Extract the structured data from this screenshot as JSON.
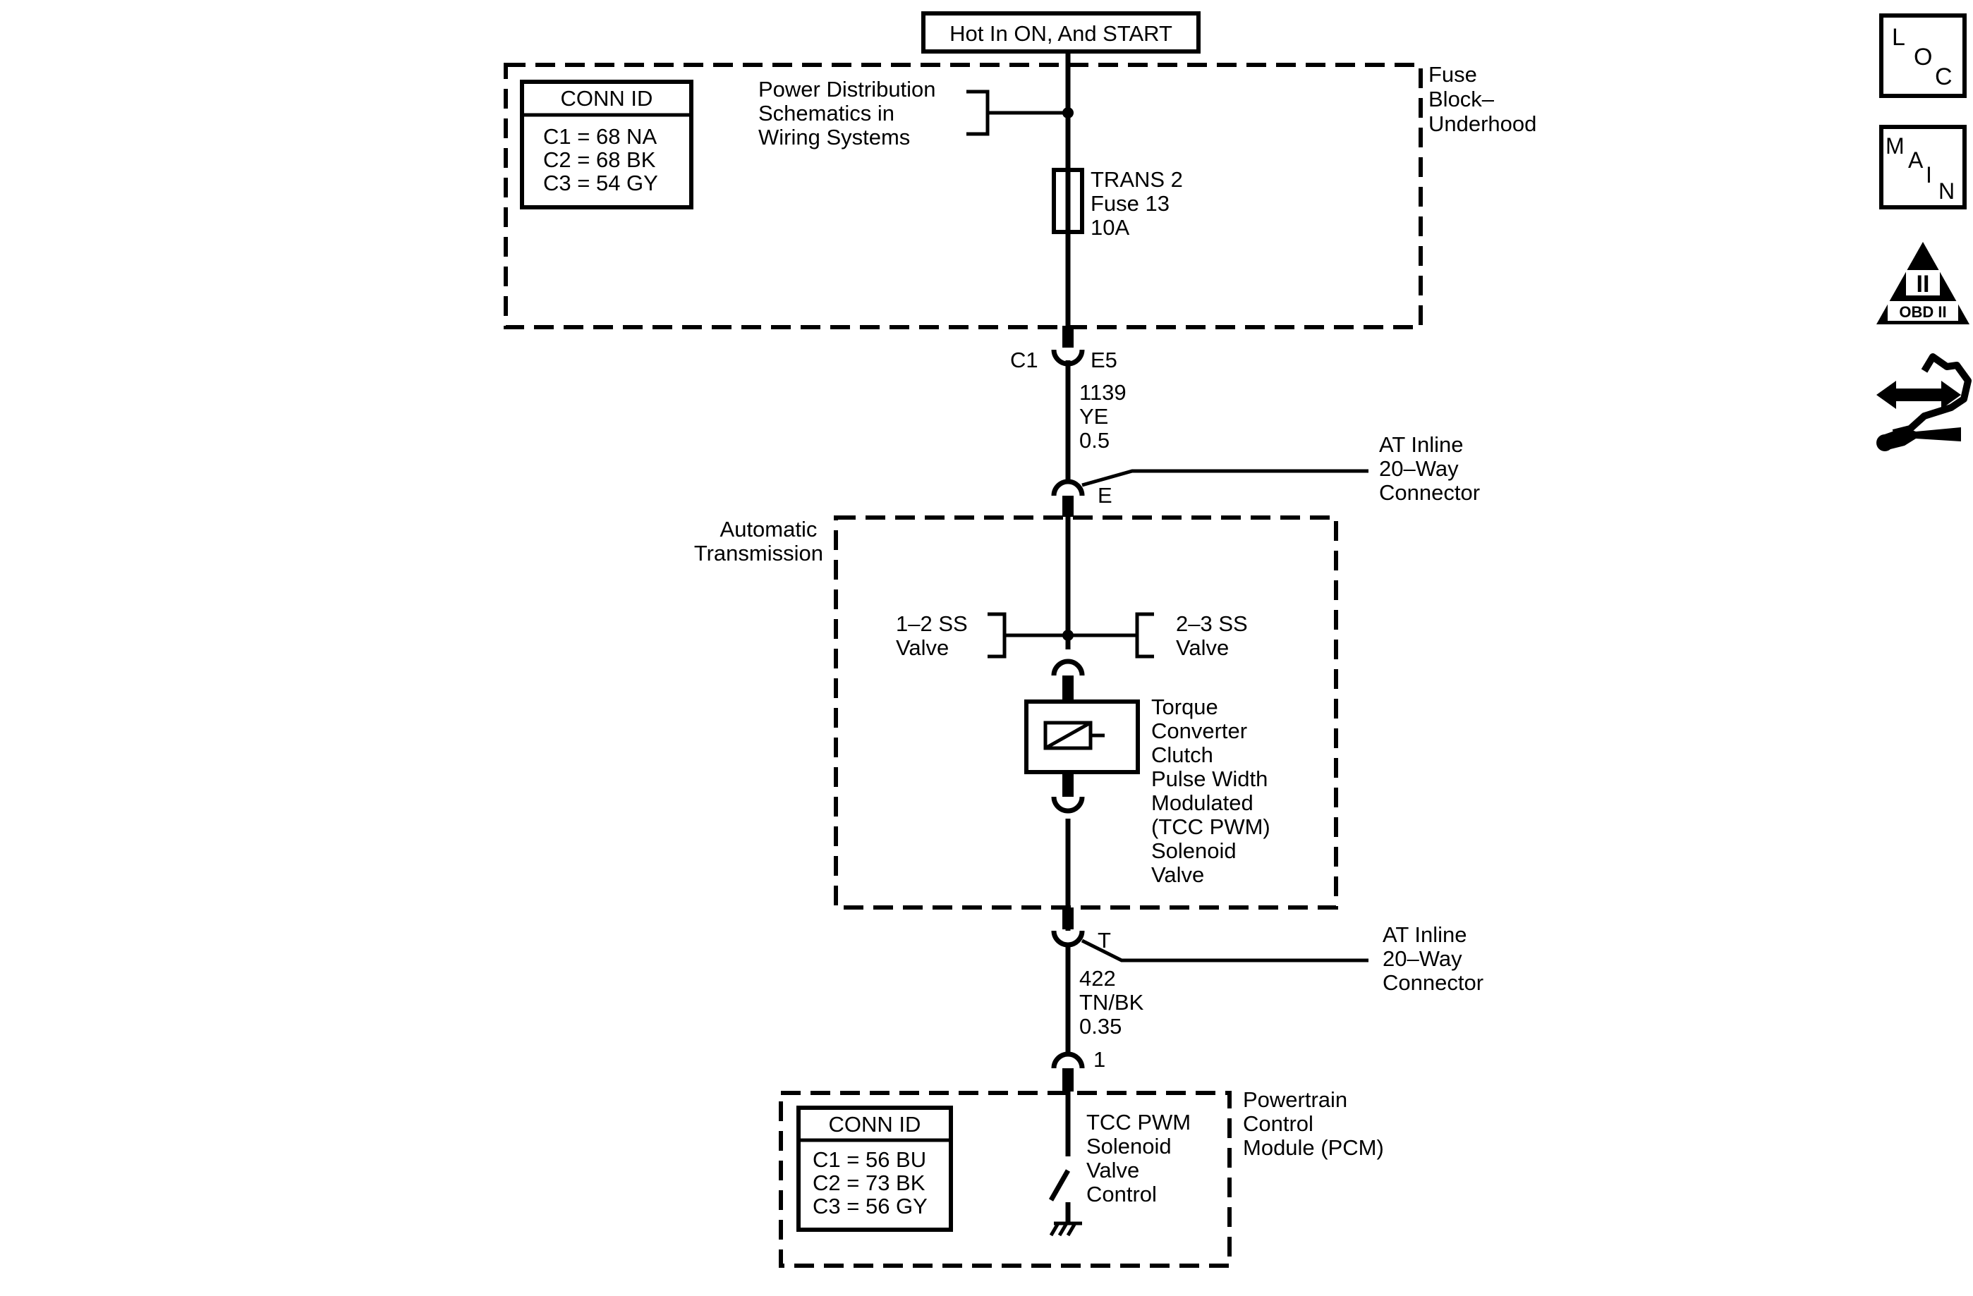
{
  "power_label": "Hot In ON, And START",
  "fuse_block": {
    "name_lines": [
      "Fuse",
      "Block–",
      "Underhood"
    ],
    "conn_id": {
      "title": "CONN ID",
      "rows": [
        "C1 = 68 NA",
        "C2 = 68 BK",
        "C3 = 54 GY"
      ]
    },
    "power_dist_lines": [
      "Power Distribution",
      "Schematics in",
      "Wiring Systems"
    ],
    "fuse_lines": [
      "TRANS 2",
      "Fuse 13",
      "10A"
    ]
  },
  "connector_c1": {
    "left": "C1",
    "right": "E5"
  },
  "wire_1139": [
    "1139",
    "YE",
    "0.5"
  ],
  "inline_top": {
    "pin": "E",
    "label_lines": [
      "AT Inline",
      "20–Way",
      "Connector"
    ]
  },
  "transmission": {
    "name_lines": [
      "Automatic",
      "Transmission"
    ],
    "ss12_lines": [
      "1–2 SS",
      "Valve"
    ],
    "ss23_lines": [
      "2–3 SS",
      "Valve"
    ],
    "solenoid_lines": [
      "Torque",
      "Converter",
      "Clutch",
      "Pulse Width",
      "Modulated",
      "(TCC PWM)",
      "Solenoid",
      "Valve"
    ]
  },
  "inline_bottom": {
    "pin": "T",
    "label_lines": [
      "AT Inline",
      "20–Way",
      "Connector"
    ]
  },
  "wire_422": [
    "422",
    "TN/BK",
    "0.35"
  ],
  "pcm_pin": "1",
  "pcm": {
    "name_lines": [
      "Powertrain",
      "Control",
      "Module (PCM)"
    ],
    "conn_id": {
      "title": "CONN ID",
      "rows": [
        "C1 = 56 BU",
        "C2 = 73 BK",
        "C3 = 56 GY"
      ]
    },
    "control_lines": [
      "TCC PWM",
      "Solenoid",
      "Valve",
      "Control"
    ]
  },
  "side_icons": {
    "loc": [
      "L",
      "O",
      "C"
    ],
    "main": [
      "M",
      "A",
      "I",
      "N"
    ],
    "obd": {
      "numeral": "II",
      "label": "OBD II"
    }
  }
}
